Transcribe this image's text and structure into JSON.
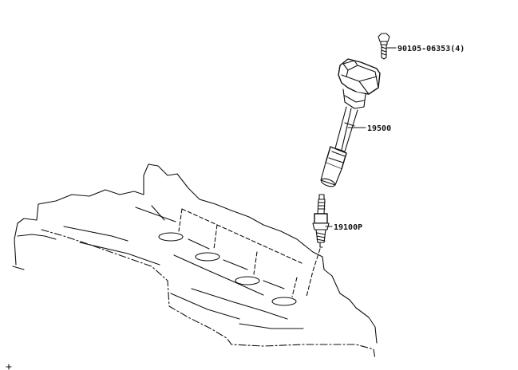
{
  "callouts": {
    "bolt": "90105-06353(4)",
    "coil": "19500",
    "plug": "19100P"
  }
}
